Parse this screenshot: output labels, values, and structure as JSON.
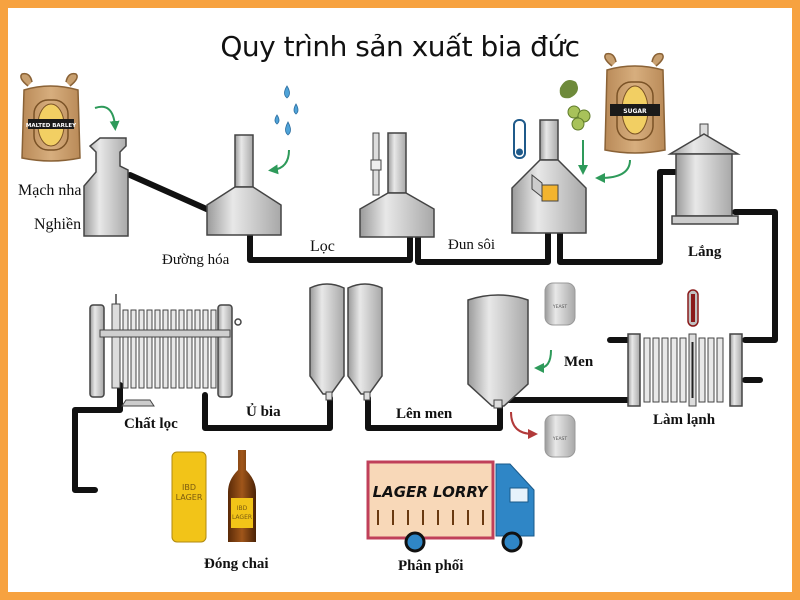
{
  "title": "Quy trình sản xuất bia đức",
  "colors": {
    "border": "#f7a240",
    "pipe": "#111111",
    "tank_fill": "#d4d4d4",
    "arrow_green": "#2e9a5a",
    "arrow_red": "#b23a3a",
    "water": "#4fa3d8",
    "sack": "#c8a070",
    "beer_yellow": "#f2c418",
    "truck_blue": "#2f86c6"
  },
  "steps": [
    {
      "id": "mach-nha",
      "label": "Mạch nha"
    },
    {
      "id": "nghien",
      "label": "Nghiền"
    },
    {
      "id": "duong-hoa",
      "label": "Đường hóa"
    },
    {
      "id": "loc",
      "label": "Lọc"
    },
    {
      "id": "dun-soi",
      "label": "Đun sôi"
    },
    {
      "id": "lang",
      "label": "Lắng"
    },
    {
      "id": "lam-lanh",
      "label": "Làm lạnh"
    },
    {
      "id": "men",
      "label": "Men"
    },
    {
      "id": "len-men",
      "label": "Lên men"
    },
    {
      "id": "u-bia",
      "label": "Ủ bia"
    },
    {
      "id": "chat-loc",
      "label": "Chất lọc"
    },
    {
      "id": "dong-chai",
      "label": "Đóng chai"
    },
    {
      "id": "phan-phoi",
      "label": "Phân phối"
    }
  ],
  "icons": {
    "malt_sack_text": "MALTED BARLEY",
    "sugar_sack_text": "SUGAR",
    "yeast_text": "YEAST",
    "can_text_1": "IBD",
    "can_text_2": "LAGER",
    "truck_text": "LAGER LORRY"
  }
}
